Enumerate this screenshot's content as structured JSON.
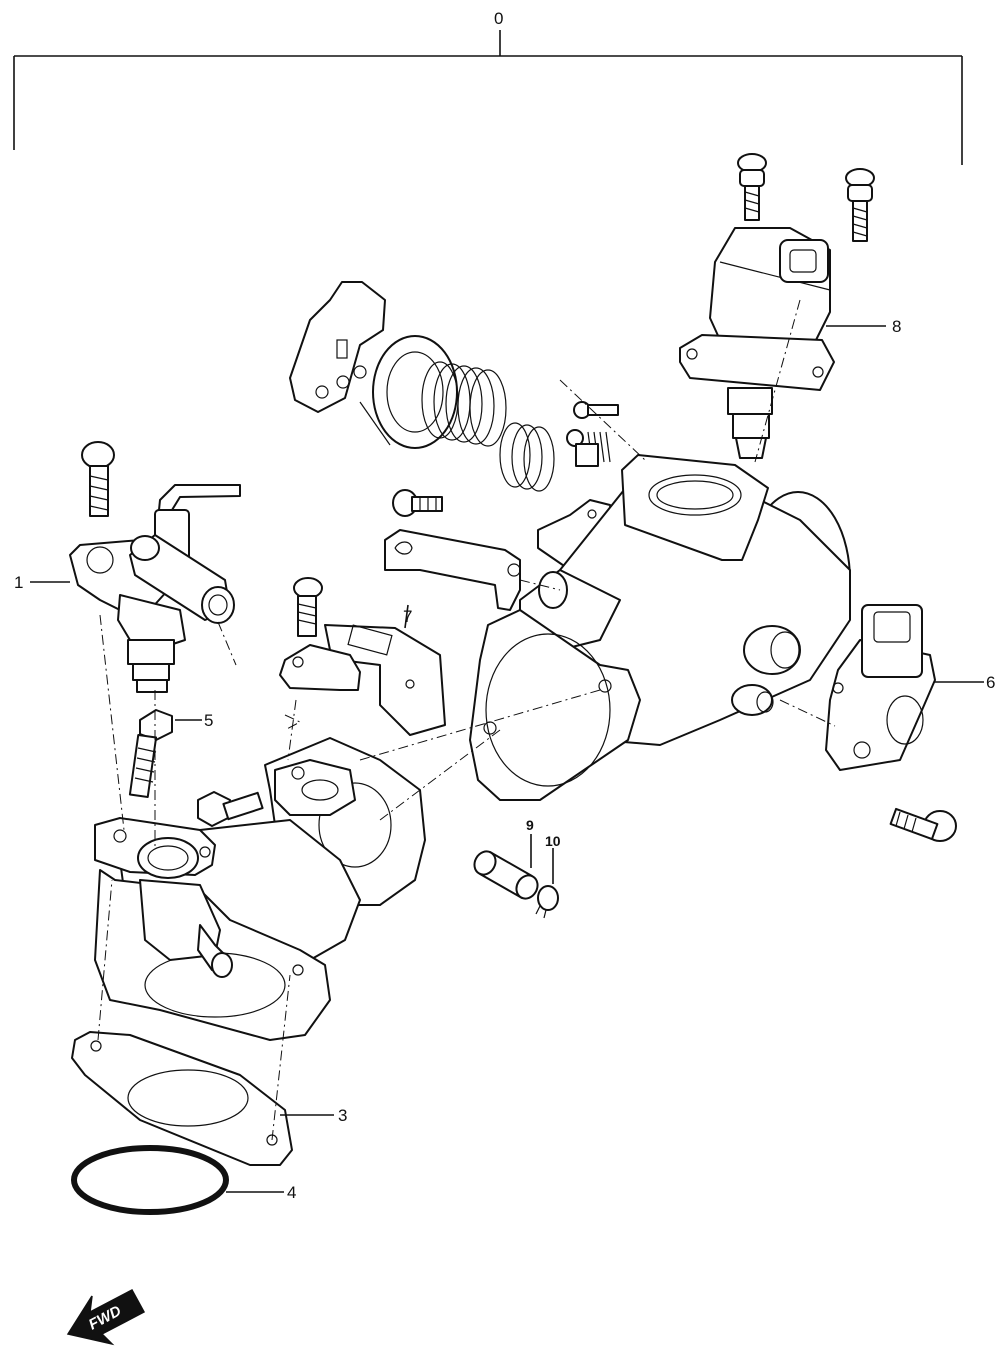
{
  "callouts": {
    "assembly": "0",
    "injector": "1",
    "gasket": "3",
    "o_ring": "4",
    "bolt_a": "5",
    "bolt_b": "5",
    "tps_sensor": "6",
    "bracket": "7",
    "idle_valve": "8",
    "pin": "9",
    "clip": "10"
  },
  "direction_marker": "FWD"
}
